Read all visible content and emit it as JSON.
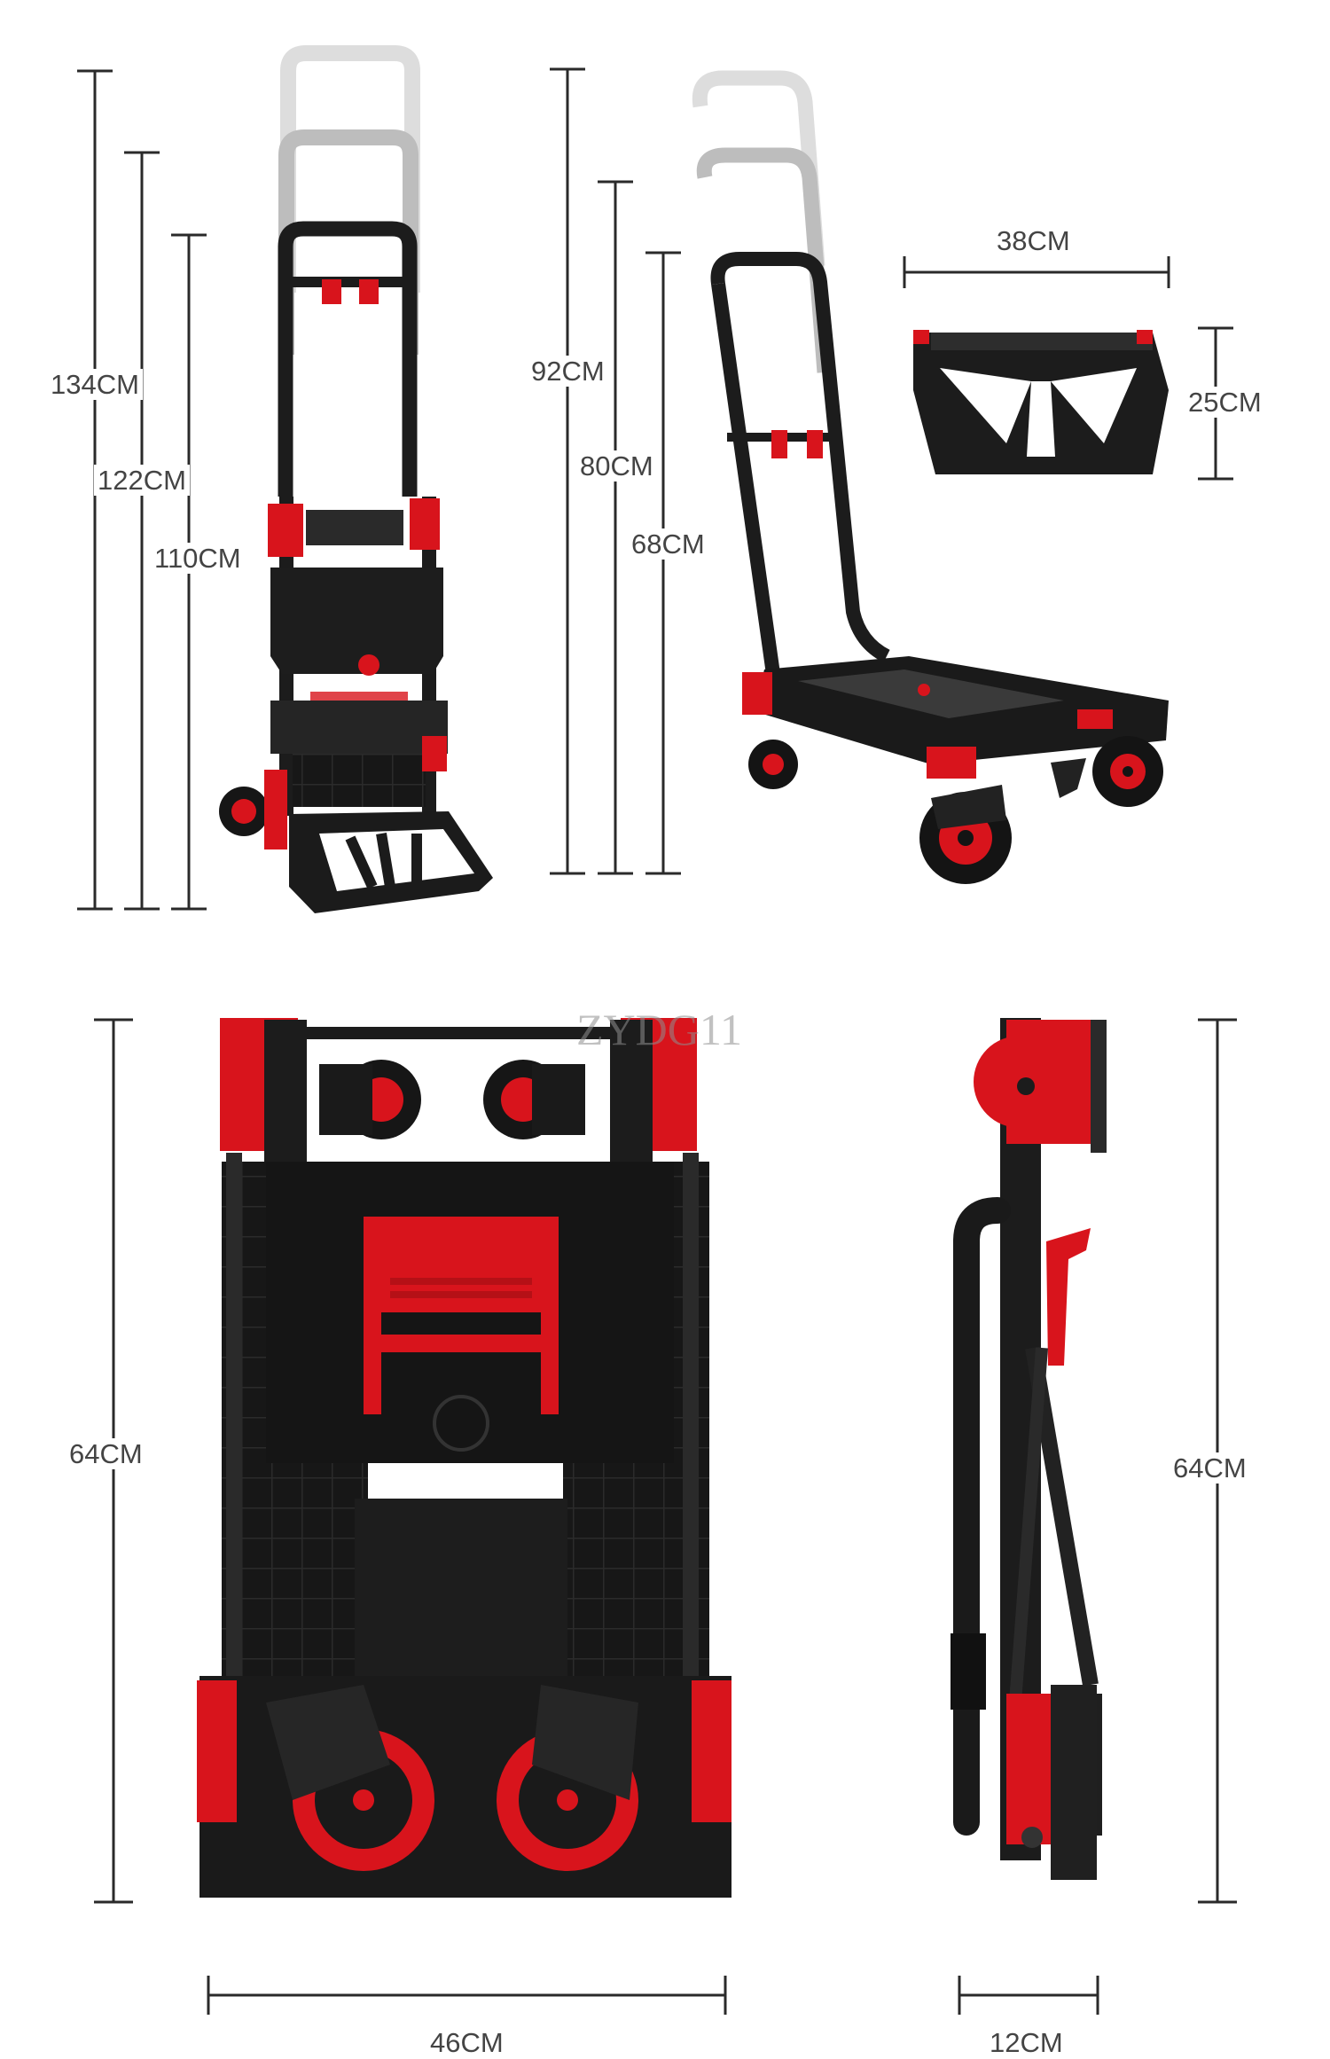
{
  "dimensions": {
    "unfolded_front": {
      "height_max": "134CM",
      "height_mid": "122CM",
      "height_min": "110CM"
    },
    "unfolded_side": {
      "height_max": "92CM",
      "height_mid": "80CM",
      "height_min": "68CM"
    },
    "plate": {
      "width": "38CM",
      "depth": "25CM"
    },
    "folded_front": {
      "height": "64CM",
      "width": "46CM"
    },
    "folded_side": {
      "height": "64CM",
      "depth": "12CM"
    }
  },
  "watermark": "ZYDG11",
  "colors": {
    "frame": "#1c1c1c",
    "accent": "#d8141c",
    "line": "#2a2a2a",
    "text": "#444444"
  }
}
